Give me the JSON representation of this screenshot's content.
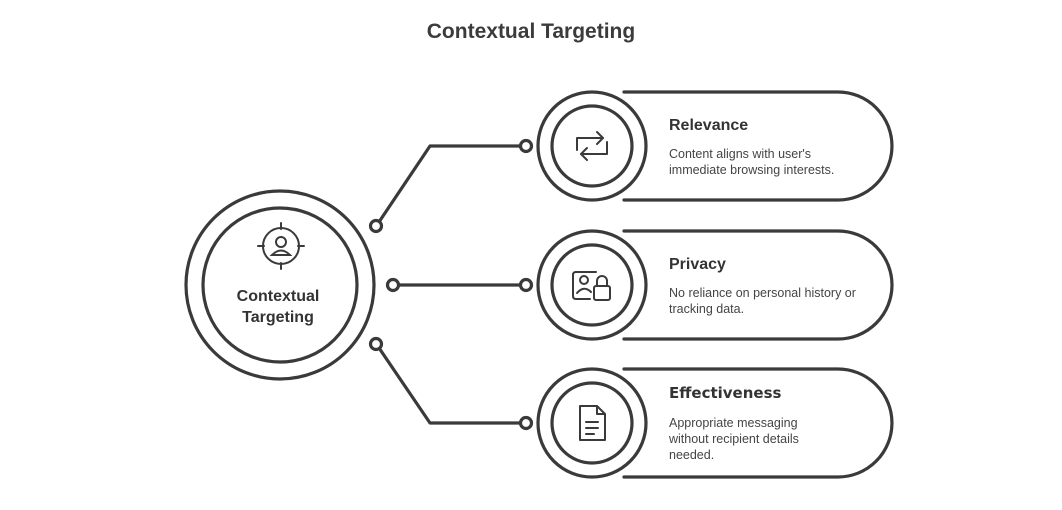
{
  "title": "Contextual Targeting",
  "center": {
    "label": "Contextual Targeting",
    "icon": "person-target-icon"
  },
  "items": [
    {
      "title": "Relevance",
      "description": "Content aligns with user's immediate browsing interests.",
      "icon": "refresh-icon"
    },
    {
      "title": "Privacy",
      "description": "No reliance on personal history or tracking data.",
      "icon": "user-lock-icon"
    },
    {
      "title": "Effectiveness",
      "description": "Appropriate messaging without recipient details needed.",
      "icon": "document-icon"
    }
  ],
  "colors": {
    "stroke": "#3a3a3a",
    "text": "#333333",
    "background": "#ffffff"
  }
}
